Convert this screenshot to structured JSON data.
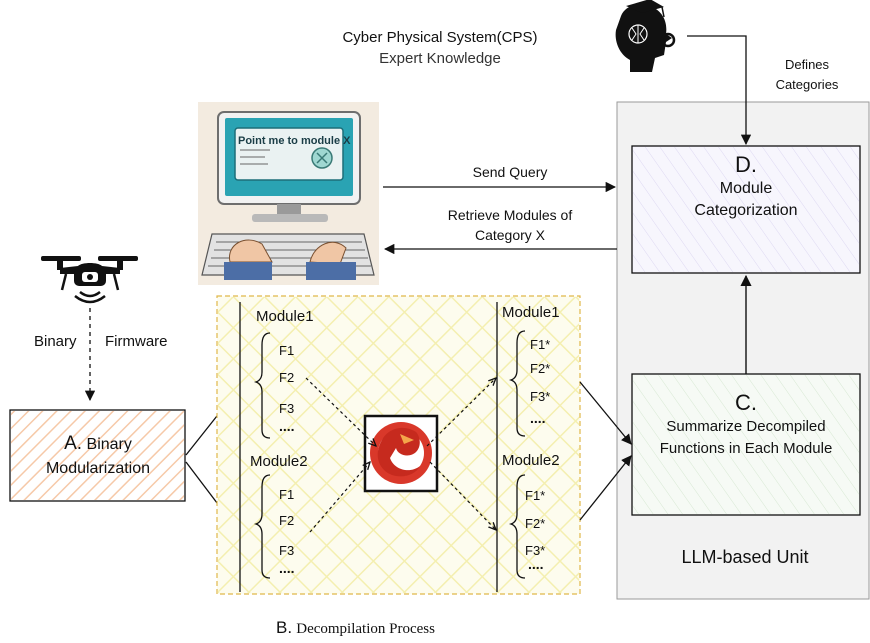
{
  "expert": {
    "line1": "Cyber Physical System(CPS)",
    "line2": "Expert Knowledge",
    "defines_line1": "Defines",
    "defines_line2": "Categories"
  },
  "screen_text": "Point me to module X",
  "arrows": {
    "send_query": "Send Query",
    "retrieve_line1": "Retrieve Modules of",
    "retrieve_line2": "Category X"
  },
  "box_d": {
    "letter": "D.",
    "line1": "Module",
    "line2": "Categorization"
  },
  "box_c": {
    "letter": "C.",
    "line1": "Summarize Decompiled",
    "line2": "Functions in Each Module"
  },
  "llm_unit": "LLM-based Unit",
  "drone": {
    "binary": "Binary",
    "firmware": "Firmware"
  },
  "box_a": {
    "letter": "A.",
    "word1": "Binary",
    "word2": "Modularization"
  },
  "decompilation": {
    "letter": "B.",
    "caption": "Decompilation Process",
    "left": {
      "module1": {
        "title": "Module1",
        "f1": "F1",
        "f2": "F2",
        "f3": "F3",
        "more": "...."
      },
      "module2": {
        "title": "Module2",
        "f1": "F1",
        "f2": "F2",
        "f3": "F3",
        "more": "...."
      }
    },
    "right": {
      "module1": {
        "title": "Module1",
        "f1": "F1*",
        "f2": "F2*",
        "f3": "F3*",
        "more": "...."
      },
      "module2": {
        "title": "Module2",
        "f1": "F1*",
        "f2": "F2*",
        "f3": "F3*",
        "more": "...."
      }
    }
  }
}
